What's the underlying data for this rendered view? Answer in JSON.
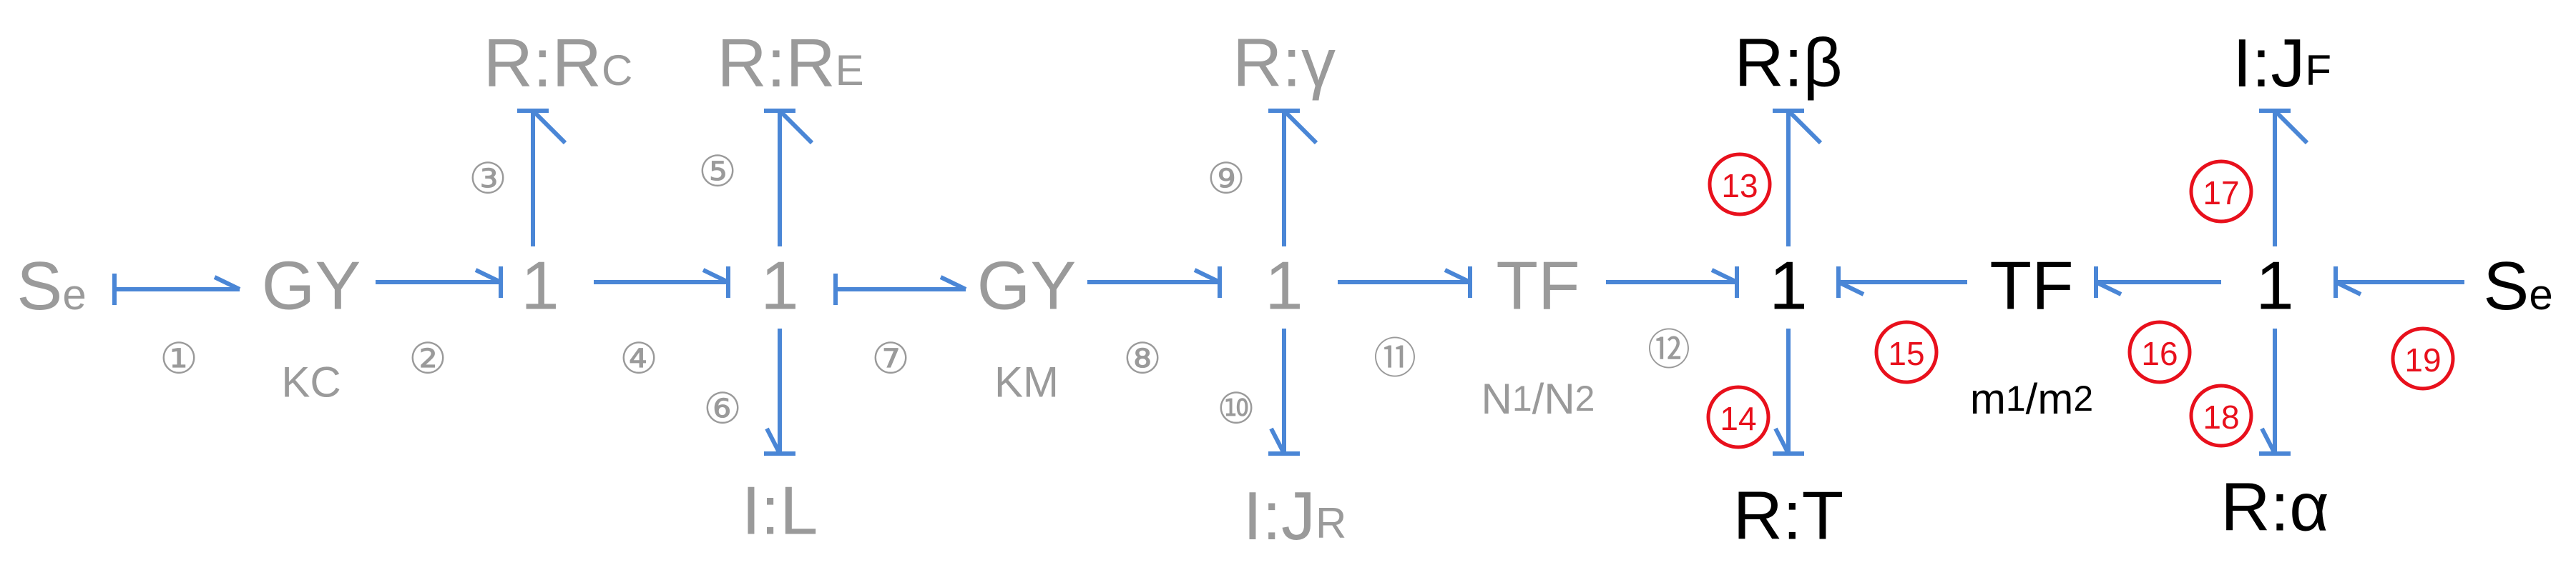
{
  "colors": {
    "inactive": "#9a9a9a",
    "active": "#000000",
    "bond": "#4a86d6",
    "highlight": "#e8101c"
  },
  "nodes": {
    "se_left": {
      "main": "S",
      "sub": "e"
    },
    "gy1": {
      "main": "GY"
    },
    "j1": {
      "main": "1"
    },
    "rc": {
      "main": "R:R",
      "sub": "C"
    },
    "j2": {
      "main": "1"
    },
    "re": {
      "main": "R:R",
      "sub": "E"
    },
    "il": {
      "main": "I:L"
    },
    "gy2": {
      "main": "GY"
    },
    "j3": {
      "main": "1"
    },
    "rgamma": {
      "main": "R:γ"
    },
    "ijr": {
      "main": "I:J",
      "sub": "R"
    },
    "tf1": {
      "main": "TF"
    },
    "j4": {
      "main": "1"
    },
    "rbeta": {
      "main": "R:β"
    },
    "rt": {
      "main": "R:T"
    },
    "tf2": {
      "main": "TF"
    },
    "j5": {
      "main": "1"
    },
    "ijf": {
      "main": "I:J",
      "sub": "F"
    },
    "ralpha": {
      "main": "R:α"
    },
    "se_right": {
      "main": "S",
      "sub": "e"
    }
  },
  "params": {
    "kc": "KC",
    "km": "KM",
    "n_ratio": {
      "a": "N",
      "a_sub": "1",
      "sep": "/N",
      "b_sub": "2"
    },
    "m_ratio": {
      "a": "m",
      "a_sub": "1",
      "sep": "/m",
      "b_sub": "2"
    }
  },
  "bond_numbers": [
    "①",
    "②",
    "③",
    "④",
    "⑤",
    "⑥",
    "⑦",
    "⑧",
    "⑨",
    "⑩",
    "⑪",
    "⑫",
    "13",
    "14",
    "15",
    "16",
    "17",
    "18",
    "19"
  ]
}
